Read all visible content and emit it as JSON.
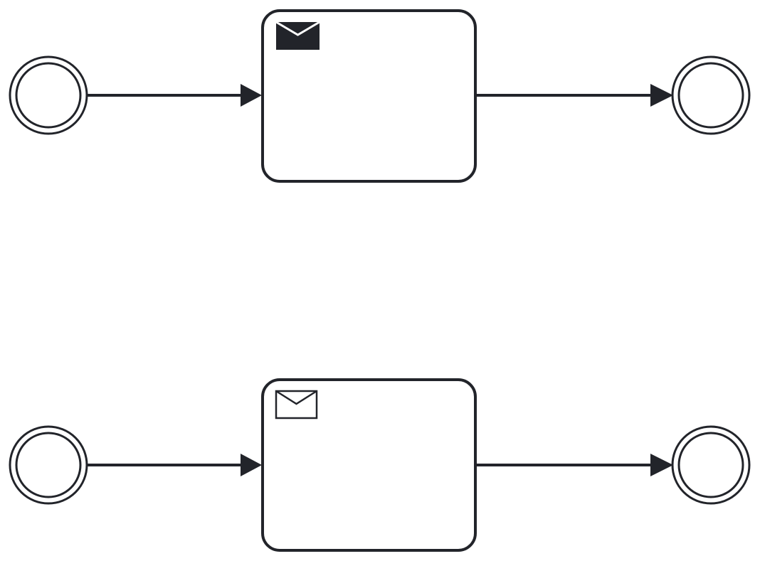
{
  "diagram": {
    "type": "bpmn",
    "stroke_color": "#22242a",
    "background_color": "#ffffff",
    "flows": [
      {
        "start_event": "intermediate-event",
        "task": {
          "marker": "send-message-icon",
          "marker_style": "filled",
          "label": ""
        },
        "end_event": "intermediate-event"
      },
      {
        "start_event": "intermediate-event",
        "task": {
          "marker": "receive-message-icon",
          "marker_style": "outline",
          "label": ""
        },
        "end_event": "intermediate-event"
      }
    ]
  }
}
